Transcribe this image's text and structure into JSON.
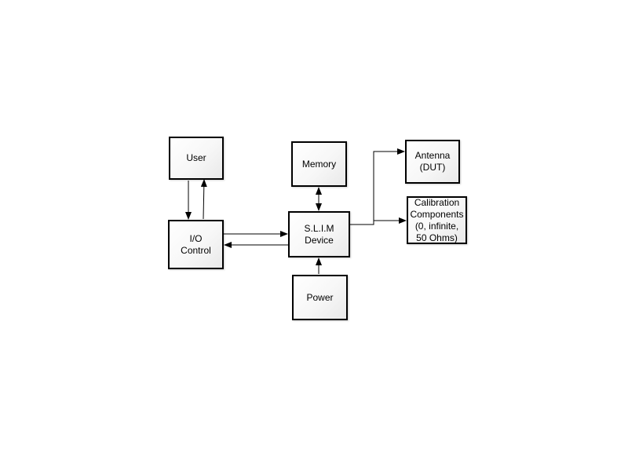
{
  "diagram": {
    "nodes": {
      "user": {
        "lines": [
          "User"
        ]
      },
      "io_control": {
        "lines": [
          "I/O",
          "Control"
        ]
      },
      "memory": {
        "lines": [
          "Memory"
        ]
      },
      "slim_device": {
        "lines": [
          "S.L.I.M",
          "Device"
        ]
      },
      "power": {
        "lines": [
          "Power"
        ]
      },
      "antenna": {
        "lines": [
          "Antenna",
          "(DUT)"
        ]
      },
      "calibration": {
        "lines": [
          "Calibration",
          "Components",
          "(0, infinite,",
          "50 Ohms)"
        ]
      }
    },
    "connections": [
      {
        "from": "user",
        "to": "io_control",
        "direction": "forward"
      },
      {
        "from": "io_control",
        "to": "user",
        "direction": "forward"
      },
      {
        "from": "io_control",
        "to": "slim_device",
        "direction": "forward"
      },
      {
        "from": "slim_device",
        "to": "io_control",
        "direction": "forward"
      },
      {
        "from": "memory",
        "to": "slim_device",
        "direction": "both"
      },
      {
        "from": "power",
        "to": "slim_device",
        "direction": "forward"
      },
      {
        "from": "slim_device",
        "to": "antenna",
        "direction": "forward"
      },
      {
        "from": "slim_device",
        "to": "calibration",
        "direction": "forward"
      }
    ],
    "colors": {
      "stroke": "#000000",
      "box_fill": "#f7f7f7",
      "background": "#ffffff"
    }
  }
}
